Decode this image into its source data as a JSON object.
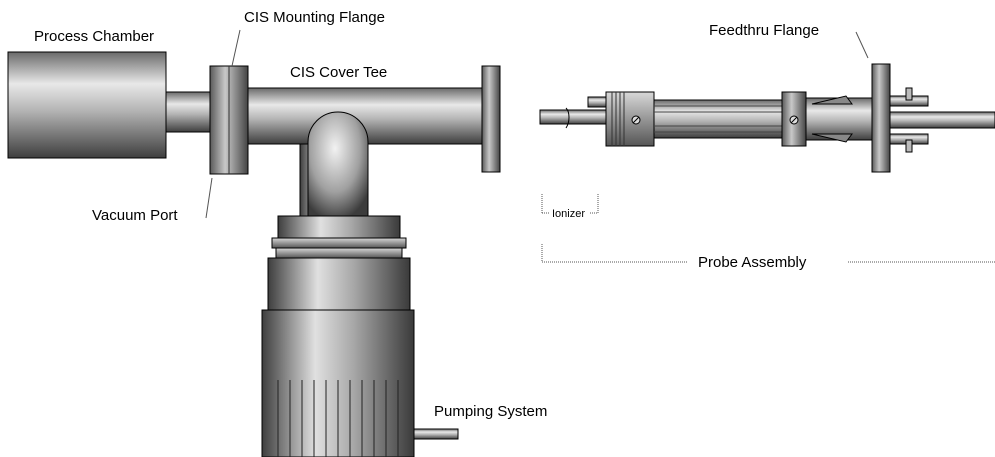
{
  "labels": {
    "process_chamber": "Process Chamber",
    "cis_mounting_flange": "CIS Mounting Flange",
    "cis_cover_tee": "CIS Cover Tee",
    "vacuum_port": "Vacuum Port",
    "feedthru_flange": "Feedthru Flange",
    "ionizer": "Ionizer",
    "probe_assembly": "Probe Assembly",
    "pumping_system": "Pumping System"
  },
  "colors": {
    "metal_light": "#e4e4e4",
    "metal_mid": "#9a9a9a",
    "metal_dark": "#4a4a4a",
    "outline": "#000000",
    "leader": "#555555"
  }
}
